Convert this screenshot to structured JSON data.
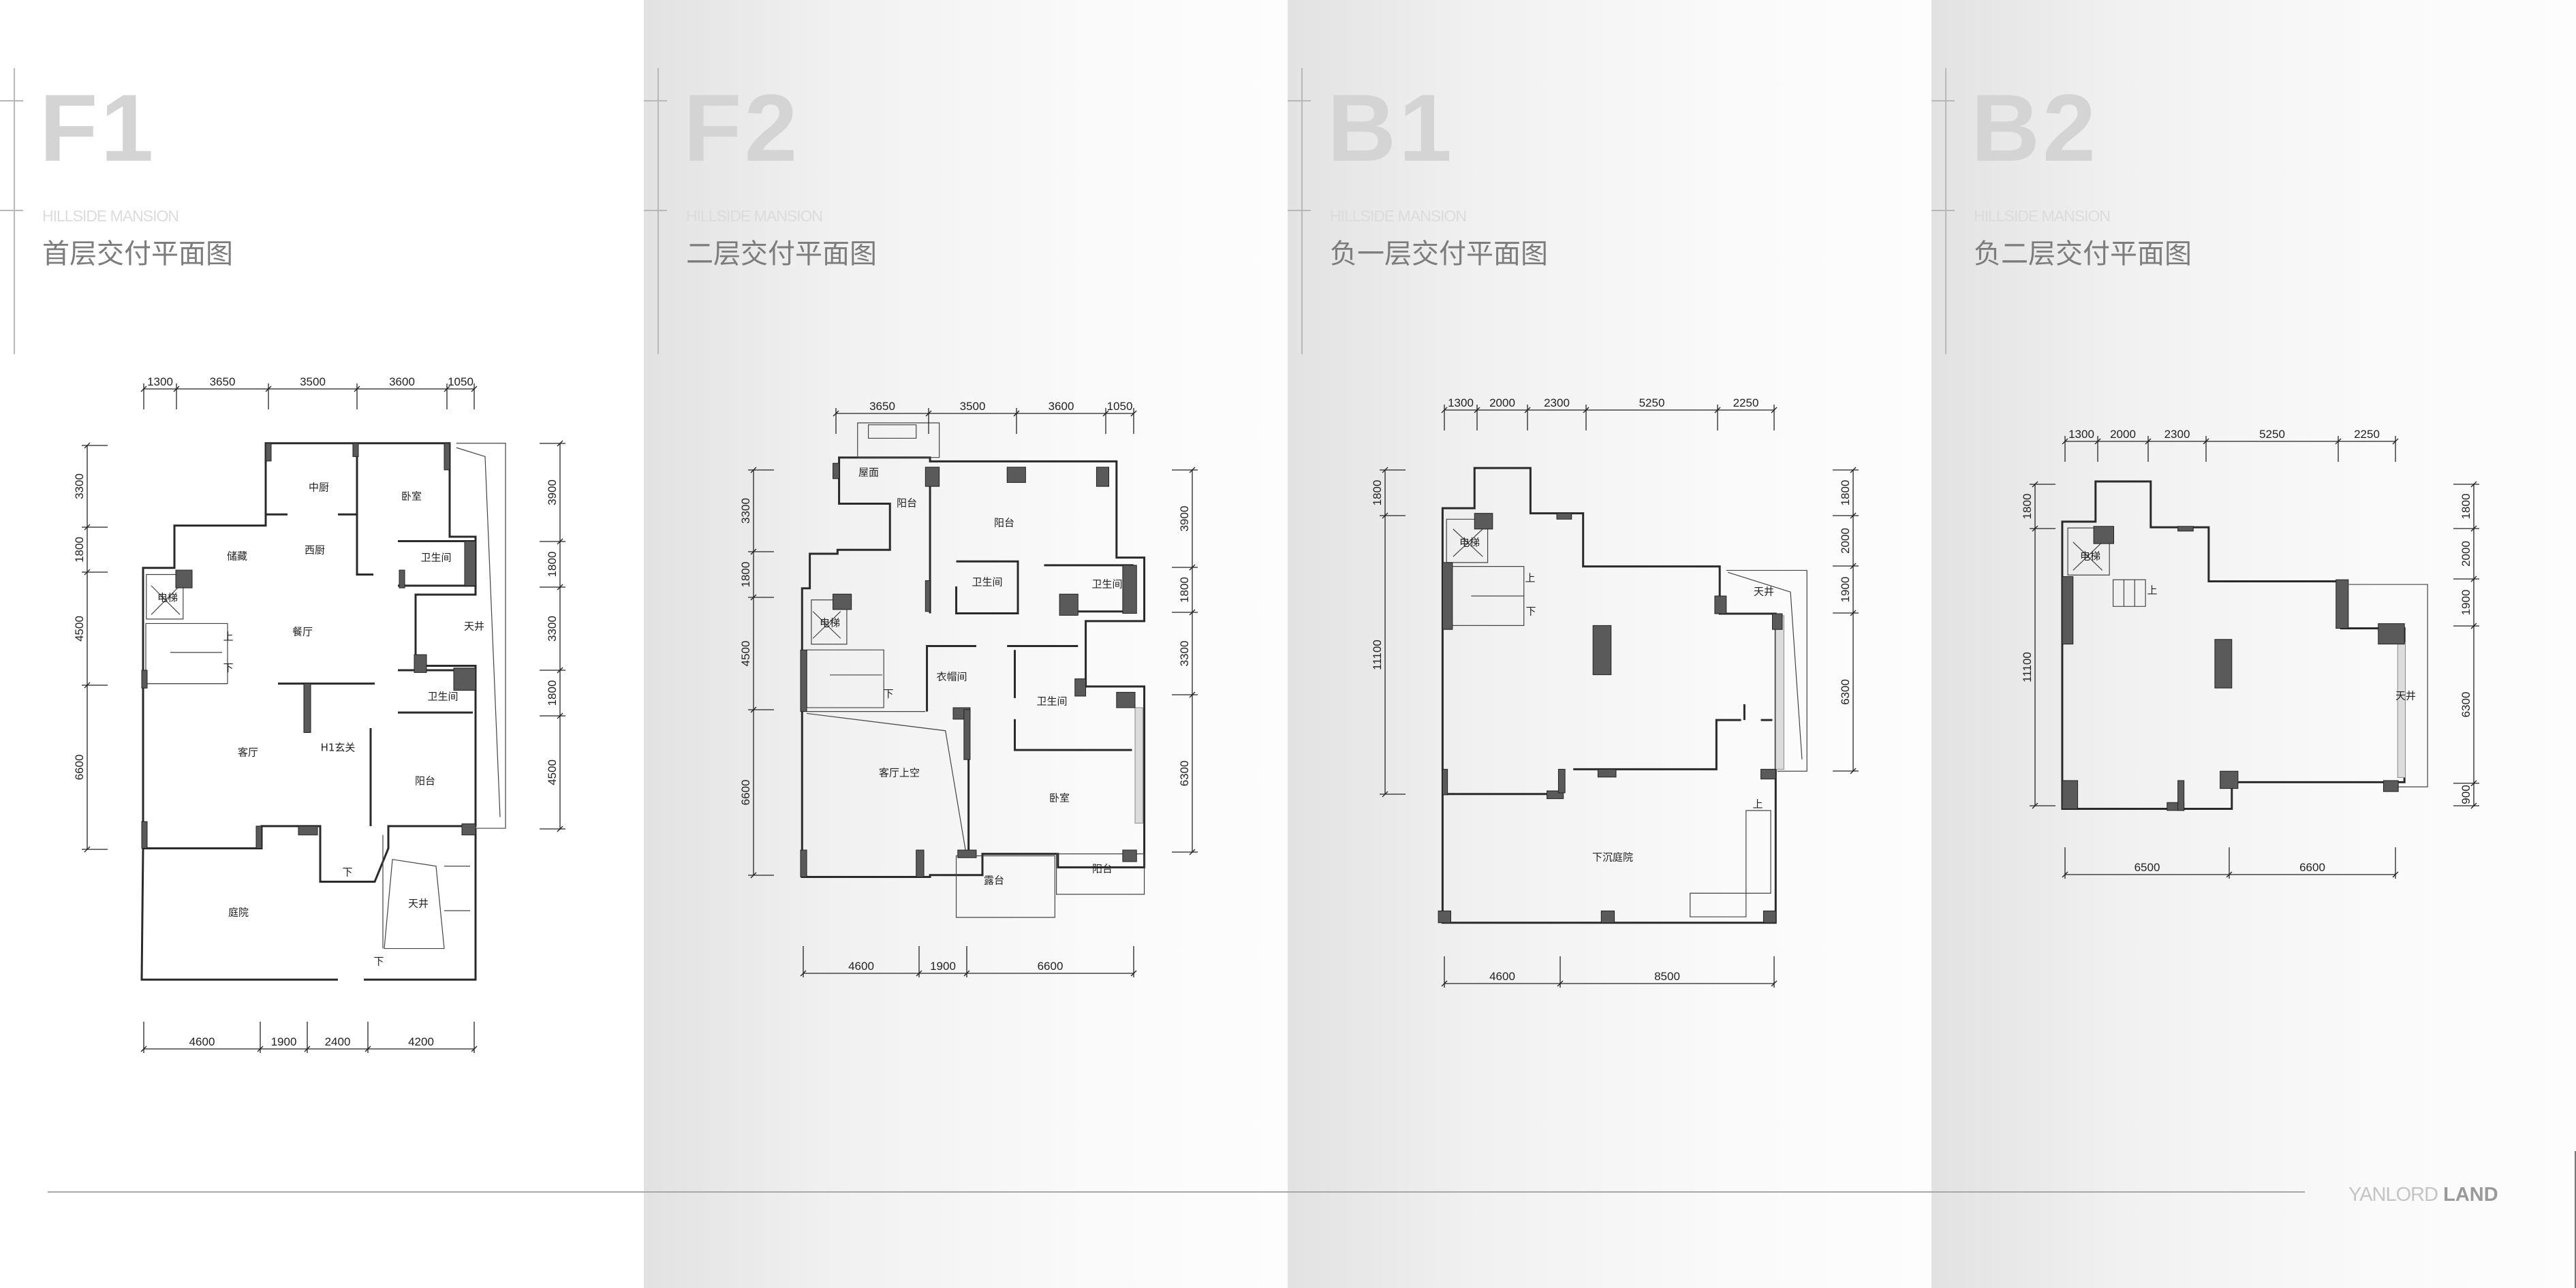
{
  "panels": [
    {
      "code": "F1",
      "subtitle": "HILLSIDE MANSION",
      "title": "首层交付平面图",
      "dims": {
        "top": [
          "1300",
          "3650",
          "3500",
          "3600",
          "1050"
        ],
        "bottom": [
          "4600",
          "1900",
          "2400",
          "4200"
        ],
        "left": [
          "3300",
          "1800",
          "4500",
          "6600"
        ],
        "right": [
          "3900",
          "1800",
          "3300",
          "1800",
          "4500"
        ]
      },
      "rooms": [
        "中厨",
        "卧室",
        "西厨",
        "储藏",
        "卫生间",
        "电梯",
        "上",
        "下",
        "餐厅",
        "天井",
        "卫生间",
        "客厅",
        "H1玄关",
        "阳台",
        "下",
        "天井",
        "庭院",
        "下"
      ]
    },
    {
      "code": "F2",
      "subtitle": "HILLSIDE MANSION",
      "title": "二层交付平面图",
      "dims": {
        "top": [
          "3650",
          "3500",
          "3600",
          "1050"
        ],
        "bottom": [
          "4600",
          "1900",
          "6600"
        ],
        "left": [
          "3300",
          "1800",
          "4500",
          "6600"
        ],
        "right": [
          "3900",
          "1800",
          "3300",
          "6300"
        ]
      },
      "rooms": [
        "屋面",
        "阳台",
        "阳台",
        "卫生间",
        "卫生间",
        "电梯",
        "衣帽间",
        "下",
        "卫生间",
        "客厅上空",
        "卧室",
        "露台",
        "阳台"
      ]
    },
    {
      "code": "B1",
      "subtitle": "HILLSIDE MANSION",
      "title": "负一层交付平面图",
      "dims": {
        "top": [
          "1300",
          "2000",
          "2300",
          "5250",
          "2250"
        ],
        "bottom": [
          "4600",
          "8500"
        ],
        "left": [
          "1800",
          "11100"
        ],
        "right": [
          "1800",
          "2000",
          "1900",
          "6300"
        ]
      },
      "rooms": [
        "电梯",
        "上",
        "下",
        "天井",
        "下沉庭院",
        "上"
      ]
    },
    {
      "code": "B2",
      "subtitle": "HILLSIDE MANSION",
      "title": "负二层交付平面图",
      "dims": {
        "top": [
          "1300",
          "2000",
          "2300",
          "5250",
          "2250"
        ],
        "bottom": [
          "6500",
          "6600"
        ],
        "left": [
          "1800",
          "11100"
        ],
        "right": [
          "1800",
          "2000",
          "1900",
          "6300",
          "900"
        ]
      },
      "rooms": [
        "电梯",
        "上",
        "天井"
      ]
    }
  ],
  "footer": {
    "brand_light": "YANLORD",
    "brand_bold": "LAND"
  }
}
